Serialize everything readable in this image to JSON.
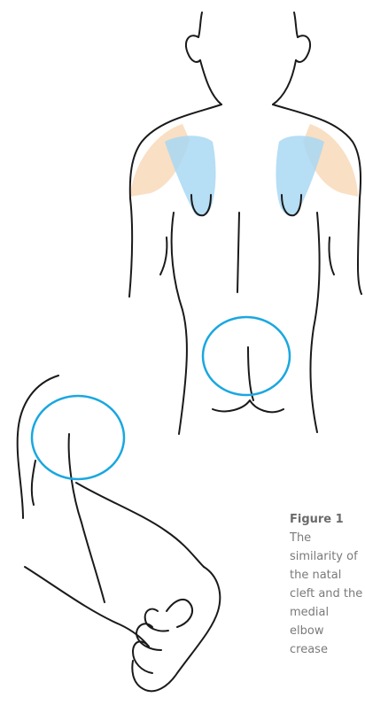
{
  "figure": {
    "caption_label": "Figure 1",
    "caption_text": "The similarity of the natal cleft and the medial elbow crease"
  },
  "colors": {
    "outline": "#1a1a1a",
    "highlight_circle": "#1aa7e0",
    "scapula_fill": "#a9d8f3",
    "shoulder_fill": "#f8dcbd"
  },
  "regions": [
    {
      "name": "shoulder-region-left"
    },
    {
      "name": "shoulder-region-right"
    },
    {
      "name": "scapula-left"
    },
    {
      "name": "scapula-right"
    },
    {
      "name": "natal-cleft-highlight"
    },
    {
      "name": "elbow-crease-highlight"
    }
  ]
}
